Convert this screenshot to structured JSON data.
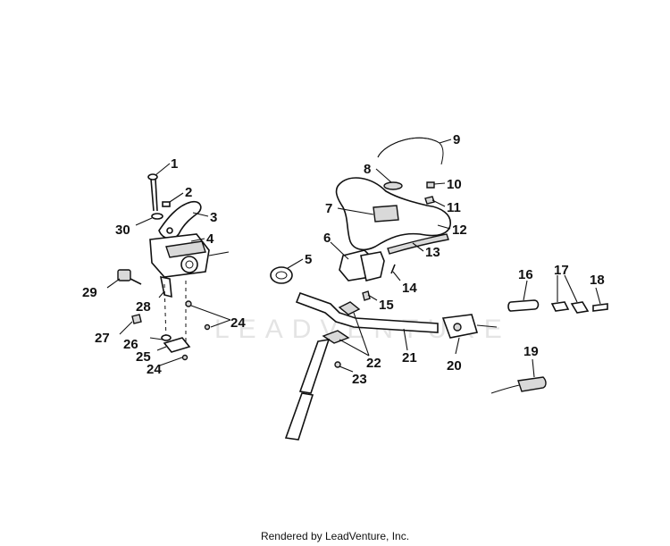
{
  "watermark": "LEADVENTURE",
  "footer": "Rendered by LeadVenture, Inc.",
  "callouts": [
    "1",
    "2",
    "3",
    "4",
    "5",
    "6",
    "7",
    "8",
    "9",
    "10",
    "11",
    "12",
    "13",
    "14",
    "15",
    "16",
    "17",
    "18",
    "19",
    "20",
    "21",
    "22",
    "23",
    "24",
    "24",
    "25",
    "26",
    "27",
    "28",
    "29",
    "30"
  ]
}
